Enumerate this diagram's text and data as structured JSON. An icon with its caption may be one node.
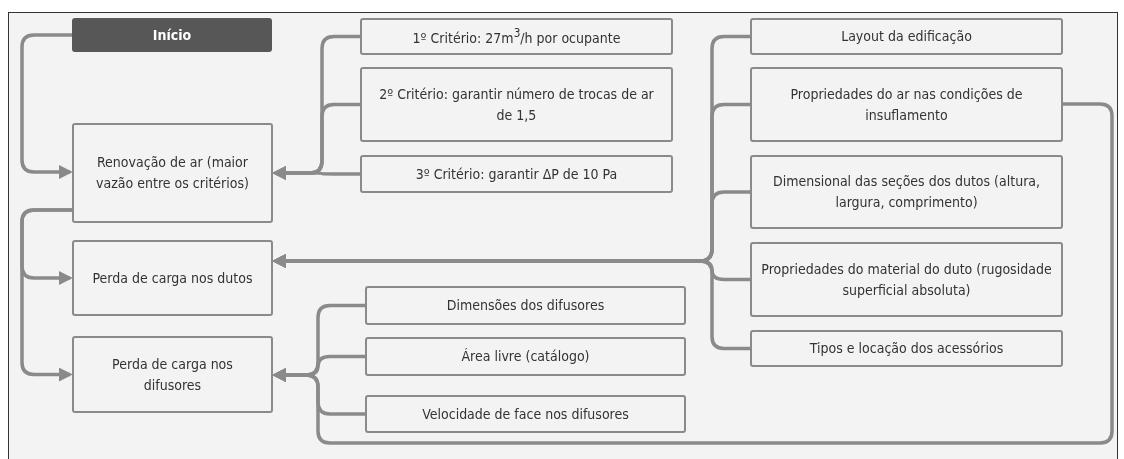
{
  "diagram": {
    "nodes": [
      {
        "text": [
          "Início"
        ]
      },
      {
        "text": [
          "Renovação de ar (maior vazão entre os critérios)"
        ]
      },
      {
        "text": [
          "Perda de carga nos dutos"
        ]
      },
      {
        "text": [
          "Perda de carga nos difusores"
        ]
      },
      {
        "text": [
          "1º Critério: 27m$^{3}$/h por ocupante"
        ]
      },
      {
        "text": [
          "2º Critério: garantir número de trocas de ar de 1,5"
        ]
      },
      {
        "text": [
          "3º Critério: garantir ΔP de 10 Pa"
        ]
      },
      {
        "text": [
          "Layout da edificação"
        ]
      },
      {
        "text": [
          "Propriedades do ar nas condições de insuflamento"
        ]
      },
      {
        "text": [
          "Dimensional das seções dos dutos (altura, largura, comprimento)"
        ]
      },
      {
        "text": [
          "Propriedades do material do duto (rugosidade superficial absoluta)"
        ]
      },
      {
        "text": [
          "Tipos e locação dos acessórios"
        ]
      },
      {
        "text": [
          "Dimensões dos difusores"
        ]
      },
      {
        "text": [
          "Área livre (catálogo)"
        ]
      },
      {
        "text": [
          "Velocidade de face nos difusores"
        ]
      }
    ],
    "edges": [
      {
        "from": 0,
        "to": 1,
        "arrow": "to"
      },
      {
        "from": 1,
        "to": 2,
        "arrow": "to"
      },
      {
        "from": 1,
        "to": 3,
        "arrow": "to"
      },
      {
        "from": 4,
        "to": 1,
        "arrow": "to"
      },
      {
        "from": 5,
        "to": 1,
        "arrow": "to"
      },
      {
        "from": 6,
        "to": 1,
        "arrow": "to"
      },
      {
        "from": 7,
        "to": 2,
        "arrow": "to"
      },
      {
        "from": 8,
        "to": 2,
        "arrow": "to"
      },
      {
        "from": 9,
        "to": 2,
        "arrow": "to"
      },
      {
        "from": 10,
        "to": 2,
        "arrow": "to"
      },
      {
        "from": 11,
        "to": 2,
        "arrow": "to"
      },
      {
        "from": 12,
        "to": 3,
        "arrow": "to"
      },
      {
        "from": 13,
        "to": 3,
        "arrow": "to"
      },
      {
        "from": 14,
        "to": 3,
        "arrow": "to"
      },
      {
        "from": 8,
        "to": 3,
        "arrow": "to"
      }
    ]
  }
}
